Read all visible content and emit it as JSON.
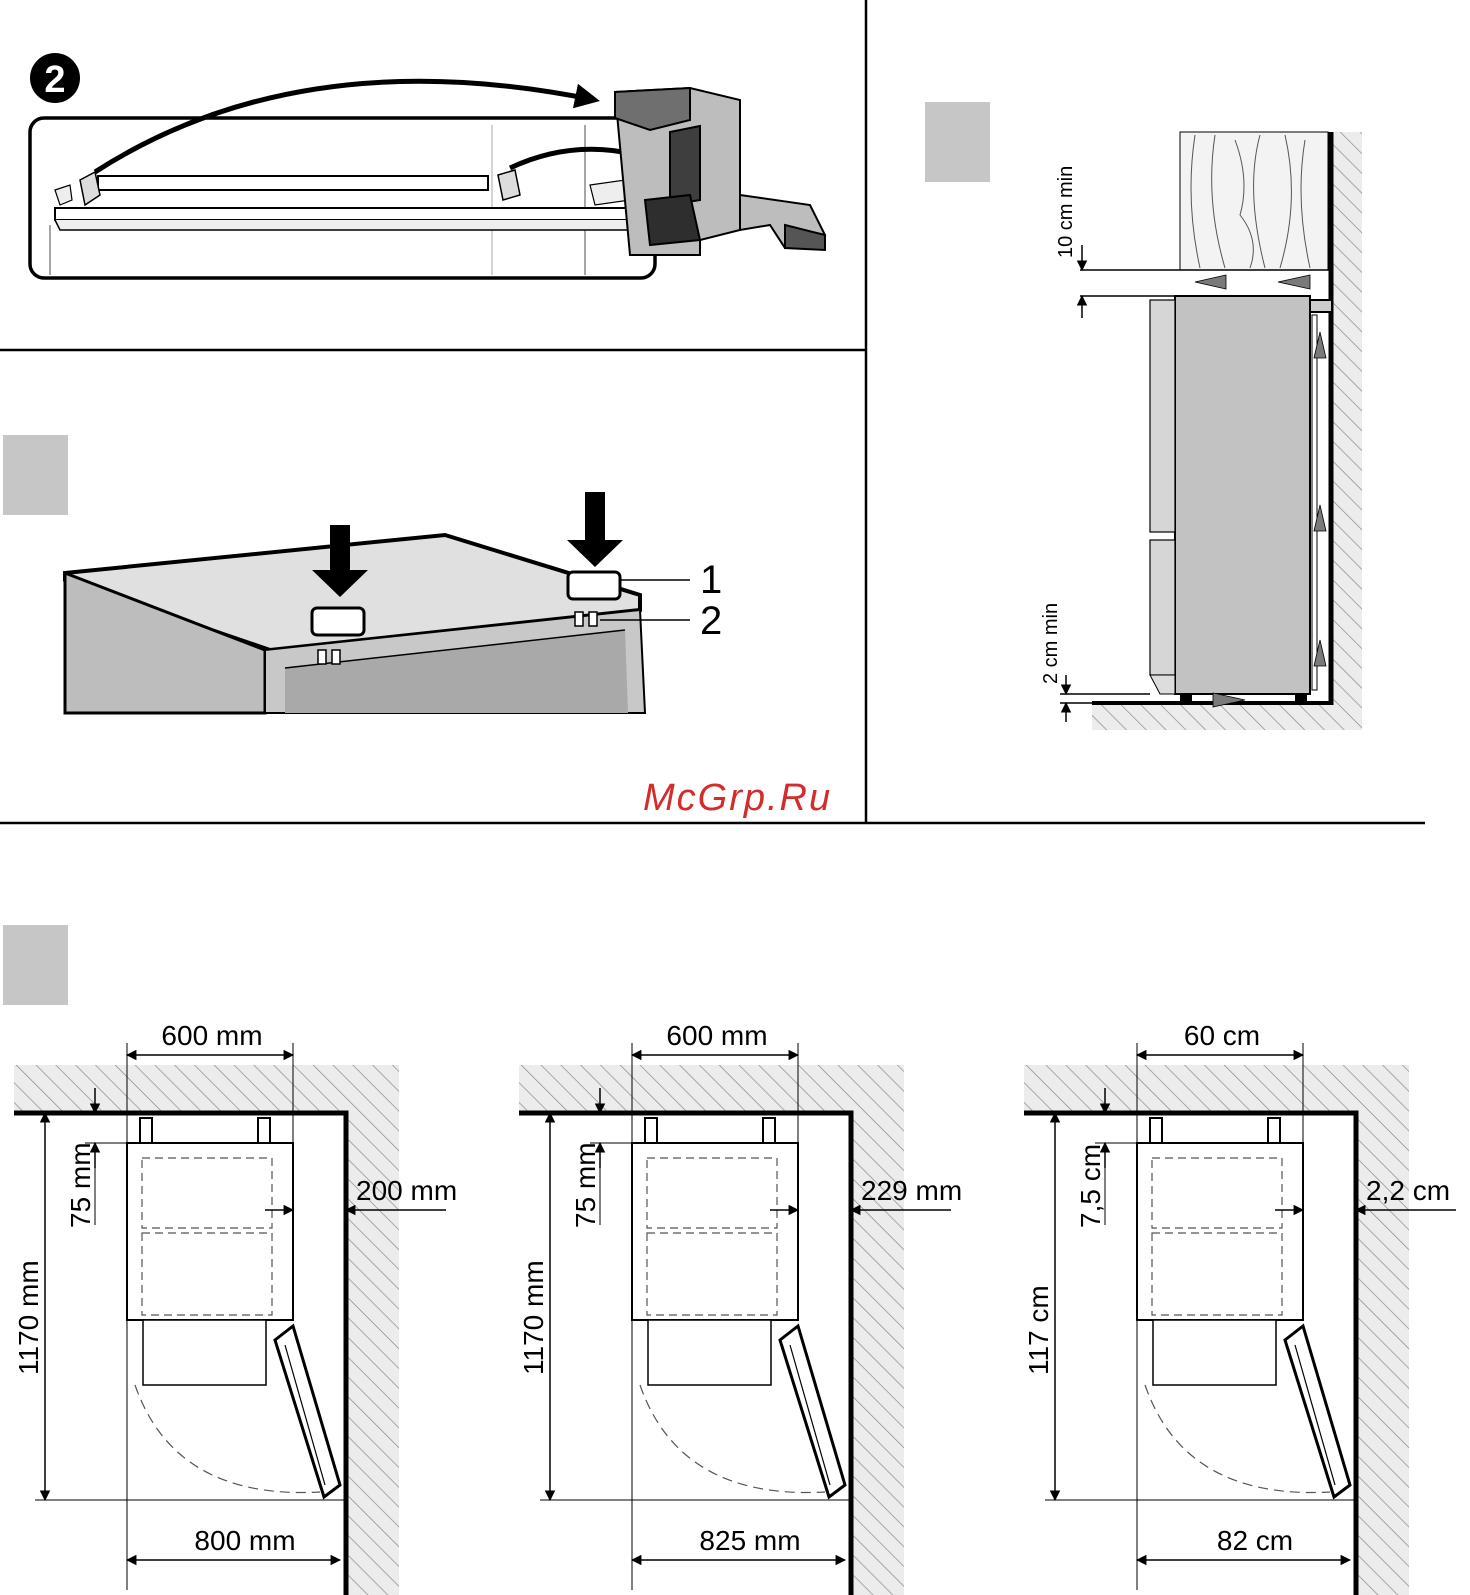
{
  "step_badge": "2",
  "callouts": [
    "1",
    "2"
  ],
  "watermark": "McGrp.Ru",
  "clearance": {
    "top_label": "10 cm min",
    "bottom_label": "2 cm min"
  },
  "layouts": [
    {
      "width": "600 mm",
      "depth": "1170 mm",
      "gap": "75 mm",
      "side": "200 mm",
      "total": "800 mm"
    },
    {
      "width": "600 mm",
      "depth": "1170 mm",
      "gap": "75 mm",
      "side": "229 mm",
      "total": "825 mm"
    },
    {
      "width": "60 cm",
      "depth": "117 cm",
      "gap": "7,5 cm",
      "side": "2,2 cm",
      "total": "82 cm"
    }
  ],
  "colors": {
    "line": "#000000",
    "fill_grey": "#c6c6c6",
    "body_grey": "#bdbdbd",
    "hatch": "#8a8a8a",
    "watermark": "#d42b2b"
  }
}
